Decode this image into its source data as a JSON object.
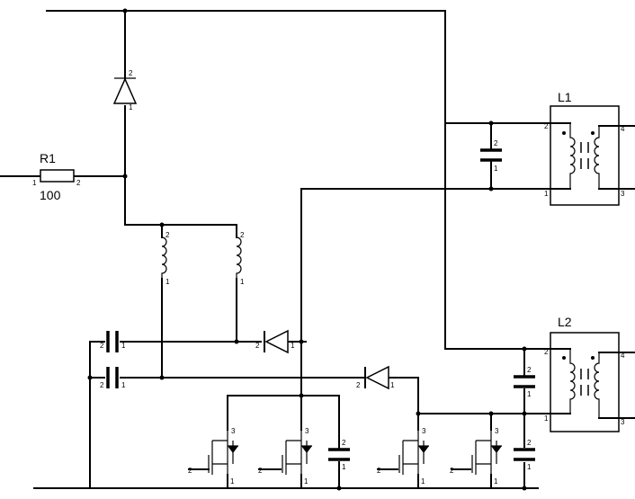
{
  "components": {
    "r1": {
      "ref": "R1",
      "value": "100",
      "pins": [
        "1",
        "2"
      ]
    },
    "l1": {
      "ref": "L1",
      "pins": [
        "1",
        "2",
        "3",
        "4"
      ]
    },
    "l2": {
      "ref": "L2",
      "pins": [
        "1",
        "2",
        "3",
        "4"
      ]
    },
    "d_top": {
      "pins": [
        "1",
        "2"
      ]
    },
    "d_mid": {
      "pins": [
        "1",
        "2"
      ]
    },
    "d_low": {
      "pins": [
        "1",
        "2"
      ]
    },
    "ind_left": {
      "pins": [
        "1",
        "2"
      ]
    },
    "ind_right": {
      "pins": [
        "1",
        "2"
      ]
    },
    "c_left_upper": {
      "pins": [
        "1",
        "2"
      ]
    },
    "c_left_lower": {
      "pins": [
        "1",
        "2"
      ]
    },
    "c_l1": {
      "pins": [
        "1",
        "2"
      ]
    },
    "c_l2": {
      "pins": [
        "1",
        "2"
      ]
    },
    "c_bottom_mid": {
      "pins": [
        "1",
        "2"
      ]
    },
    "c_bottom_right": {
      "pins": [
        "1",
        "2"
      ]
    },
    "q1": {
      "pins": [
        "1",
        "2",
        "3"
      ]
    },
    "q2": {
      "pins": [
        "1",
        "2",
        "3"
      ]
    },
    "q3": {
      "pins": [
        "1",
        "2",
        "3"
      ]
    },
    "q4": {
      "pins": [
        "1",
        "2",
        "3"
      ]
    }
  }
}
